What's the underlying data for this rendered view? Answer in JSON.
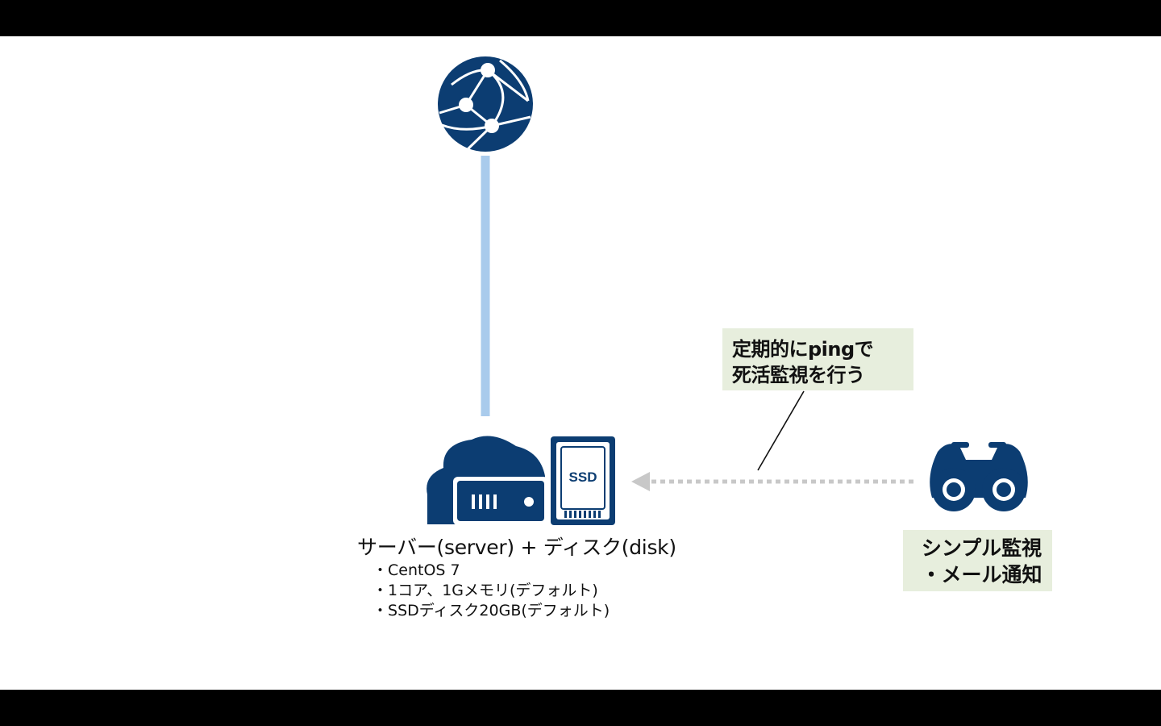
{
  "diagram": {
    "note": {
      "line1": "定期的にpingで",
      "line2": "死活監視を行う"
    },
    "monitor": {
      "line1": "シンプル監視",
      "line2": "・メール通知"
    },
    "server": {
      "title": "サーバー(server) + ディスク(disk)",
      "specs": [
        "CentOS 7",
        "1コア、1Gメモリ(デフォルト)",
        "SSDディスク20GB(デフォルト)"
      ],
      "ssd_label": "SSD"
    },
    "icons": {
      "internet": "globe-network-icon",
      "server": "cloud-server-icon",
      "disk": "ssd-disk-icon",
      "monitor": "binoculars-icon"
    },
    "colors": {
      "icon": "#0c3d72",
      "link_line": "#a9cbec",
      "arrow": "#c8c8c8",
      "note_bg": "#e7eedd"
    }
  }
}
